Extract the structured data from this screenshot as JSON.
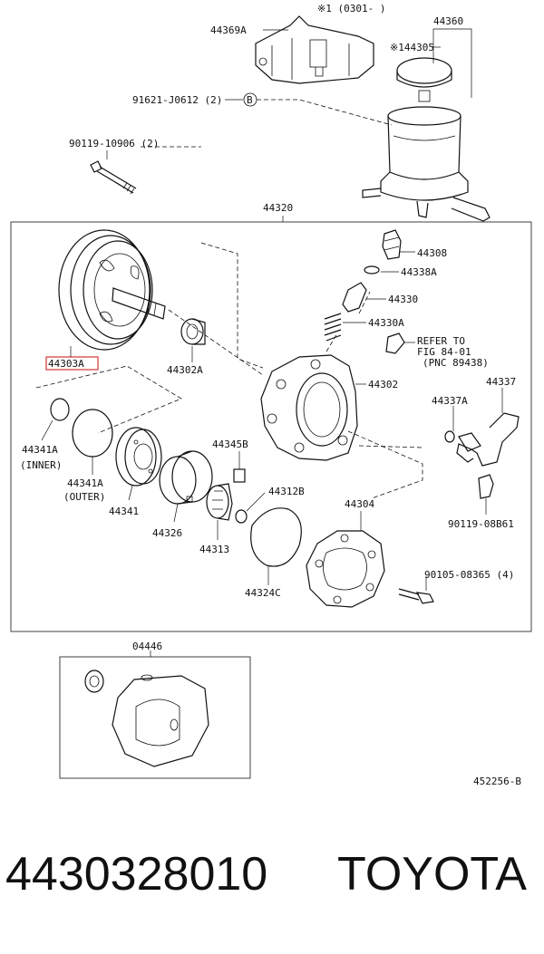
{
  "labels": {
    "l44369A": "44369A",
    "l91621": "91621-J0612 (2)",
    "lB": "B",
    "note_top": "※1 (0301-      )",
    "l44360": "44360",
    "l44305": "※144305",
    "l90119a": "90119-10906 (2)",
    "l44320": "44320",
    "l44308": "44308",
    "l44338A": "44338A",
    "l44330": "44330",
    "l44330A": "44330A",
    "refer1": "REFER TO",
    "refer2": "FIG 84-01",
    "refer3": "(PNC 89438)",
    "l44303A": "44303A",
    "l44302A": "44302A",
    "l44302": "44302",
    "l44337": "44337",
    "l44337A": "44337A",
    "l44341A_in": "44341A",
    "inner": "(INNER)",
    "l44341A_out": "44341A",
    "outer": "(OUTER)",
    "l44341": "44341",
    "l44326": "44326",
    "l44345B": "44345B",
    "l44313": "44313",
    "l44312B": "44312B",
    "l44304": "44304",
    "l44324C": "44324C",
    "l90119b": "90119-08B61",
    "l90105": "90105-08365 (4)",
    "l04446": "04446",
    "fig_code": "452256-B"
  },
  "footer": {
    "part_number": "4430328010",
    "brand": "TOYOTA"
  },
  "highlight_color": "#d9534f"
}
